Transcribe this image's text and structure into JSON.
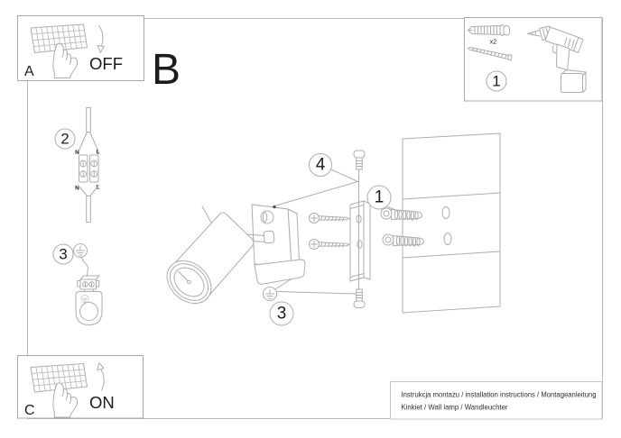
{
  "doc": {
    "section_label": "B",
    "panel_a": {
      "label": "A",
      "state": "OFF"
    },
    "panel_c": {
      "label": "C",
      "state": "ON"
    },
    "tools": {
      "callout": "1",
      "anchor_qty": "x2"
    },
    "wiring": {
      "callout": "2",
      "n_in": "N",
      "l_in": "L",
      "n_out": "N",
      "l_out": "L"
    },
    "ground": {
      "callout": "3"
    },
    "assembly": {
      "screw_callout": "4",
      "anchor_callout": "1",
      "ground_callout": "3"
    },
    "footer": {
      "line1": "Instrukcja montażu / installation instructions / Montageanleitung",
      "line2": "Kinkiet / Wall lamp / Wandleuchter"
    }
  },
  "colors": {
    "line_art": "#adadad",
    "ink": "#1b1b1b",
    "background": "#ffffff"
  }
}
